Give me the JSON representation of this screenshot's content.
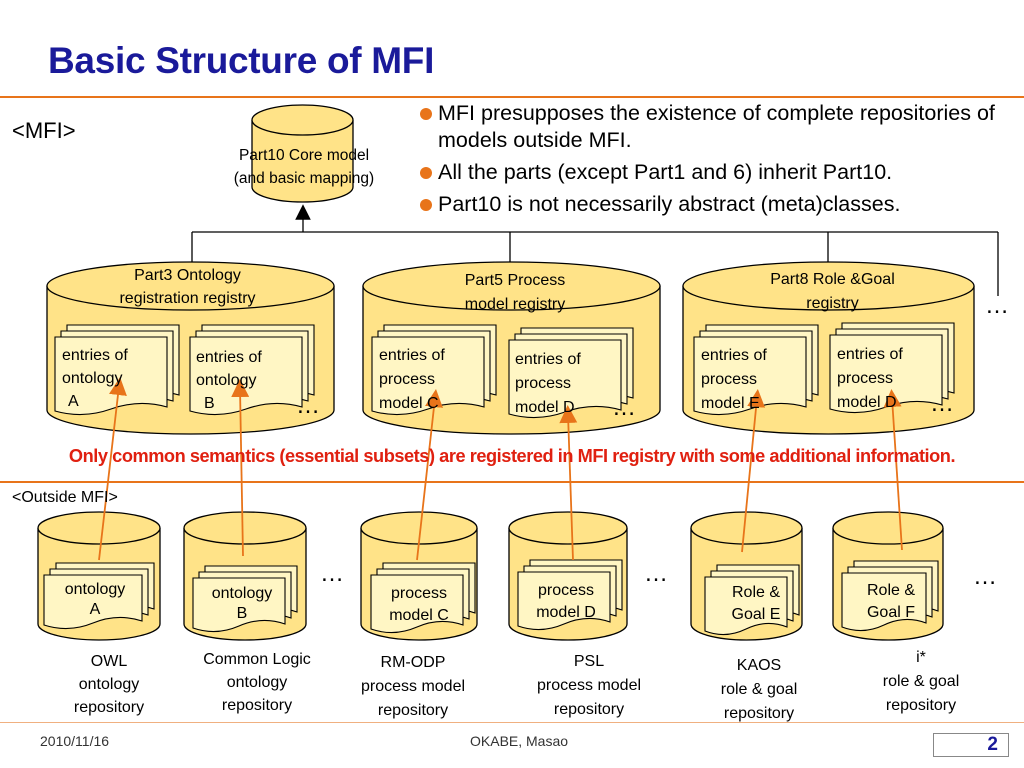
{
  "title": "Basic Structure of MFI",
  "mfi_label": "<MFI>",
  "outside_label": "<Outside MFI>",
  "bullets": [
    "MFI presupposes the existence of complete repositories of models outside MFI.",
    "All the parts (except Part1 and 6) inherit Part10.",
    "Part10 is not necessarily abstract (meta)classes."
  ],
  "core": {
    "line1": "Part10 Core model",
    "line2": "(and basic mapping)"
  },
  "registries": [
    {
      "line1": "Part3 Ontology",
      "line2": "registration registry",
      "docs": [
        [
          "entries of",
          "ontology",
          "A"
        ],
        [
          "entries of",
          "ontology",
          "B"
        ]
      ]
    },
    {
      "line1": "Part5 Process",
      "line2": "model registry",
      "docs": [
        [
          "entries of",
          "process",
          "model C"
        ],
        [
          "entries of",
          "process",
          "model D"
        ]
      ]
    },
    {
      "line1": "Part8 Role &Goal",
      "line2": "registry",
      "docs": [
        [
          "entries of",
          "process",
          "model E"
        ],
        [
          "entries of",
          "process",
          "model D"
        ]
      ]
    }
  ],
  "ellipsis": "…",
  "note": "Only common semantics (essential subsets) are registered in MFI registry with some additional information.",
  "repositories": [
    {
      "doc": [
        "ontology",
        "A"
      ],
      "label": [
        "OWL",
        "ontology",
        "repository"
      ]
    },
    {
      "doc": [
        "ontology",
        "B"
      ],
      "label": [
        "Common Logic",
        "ontology",
        "repository"
      ]
    },
    {
      "doc": [
        "process",
        "model C"
      ],
      "label": [
        "RM-ODP",
        "process model",
        "repository"
      ]
    },
    {
      "doc": [
        "process",
        "model D"
      ],
      "label": [
        "PSL",
        "process model",
        "repository"
      ]
    },
    {
      "doc": [
        "Role &",
        "Goal E"
      ],
      "label": [
        "KAOS",
        "role & goal",
        "repository"
      ]
    },
    {
      "doc": [
        "Role &",
        "Goal F"
      ],
      "label": [
        "i*",
        "role & goal",
        "repository"
      ]
    }
  ],
  "footer": {
    "date": "2010/11/16",
    "author": "OKABE, Masao",
    "page": "2"
  },
  "colors": {
    "title": "#1a1a9a",
    "accent": "#e8741a",
    "note": "#e02010",
    "cylinder": "#ffe388",
    "doc": "#fff6c4"
  }
}
